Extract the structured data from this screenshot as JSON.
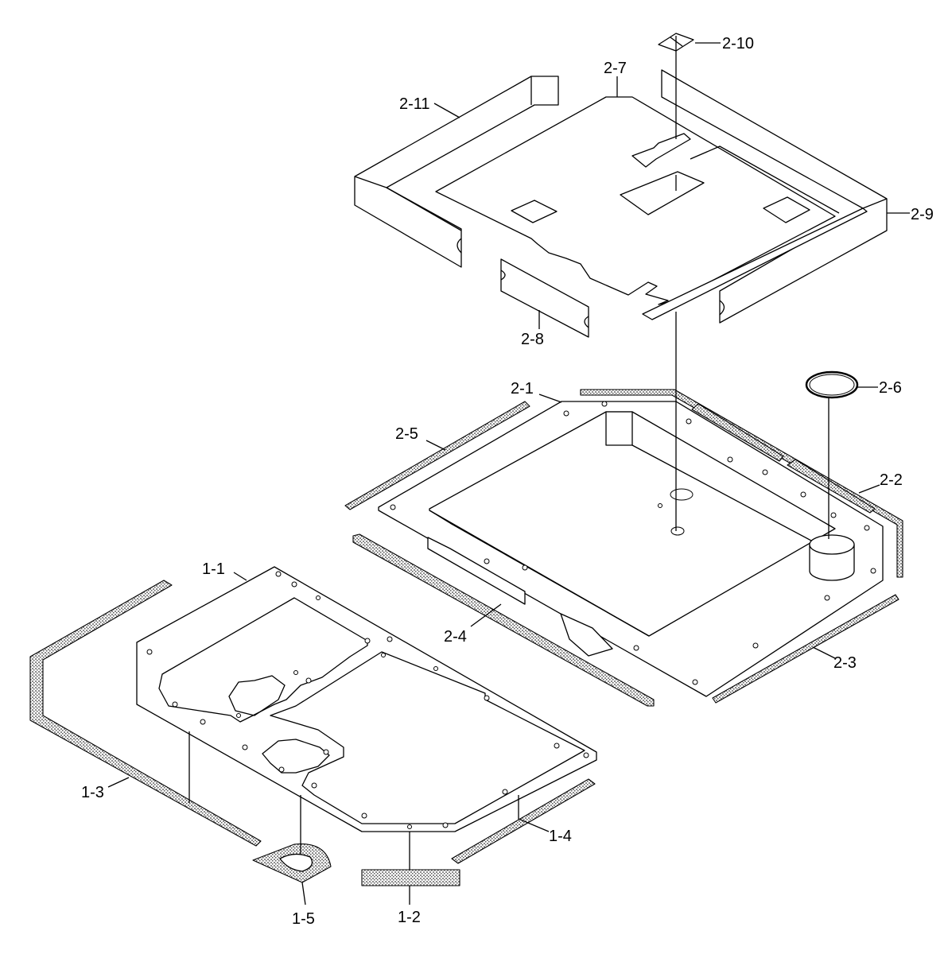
{
  "callouts": [
    {
      "id": "1-1",
      "text": "1-1"
    },
    {
      "id": "1-2",
      "text": "1-2"
    },
    {
      "id": "1-3",
      "text": "1-3"
    },
    {
      "id": "1-4",
      "text": "1-4"
    },
    {
      "id": "1-5",
      "text": "1-5"
    },
    {
      "id": "2-1",
      "text": "2-1"
    },
    {
      "id": "2-2",
      "text": "2-2"
    },
    {
      "id": "2-3",
      "text": "2-3"
    },
    {
      "id": "2-4",
      "text": "2-4"
    },
    {
      "id": "2-5",
      "text": "2-5"
    },
    {
      "id": "2-6",
      "text": "2-6"
    },
    {
      "id": "2-7",
      "text": "2-7"
    },
    {
      "id": "2-8",
      "text": "2-8"
    },
    {
      "id": "2-9",
      "text": "2-9"
    },
    {
      "id": "2-10",
      "text": "2-10"
    },
    {
      "id": "2-11",
      "text": "2-11"
    }
  ],
  "colors": {
    "line": "#000000",
    "foam": "#9a9a9a",
    "background": "#ffffff"
  }
}
